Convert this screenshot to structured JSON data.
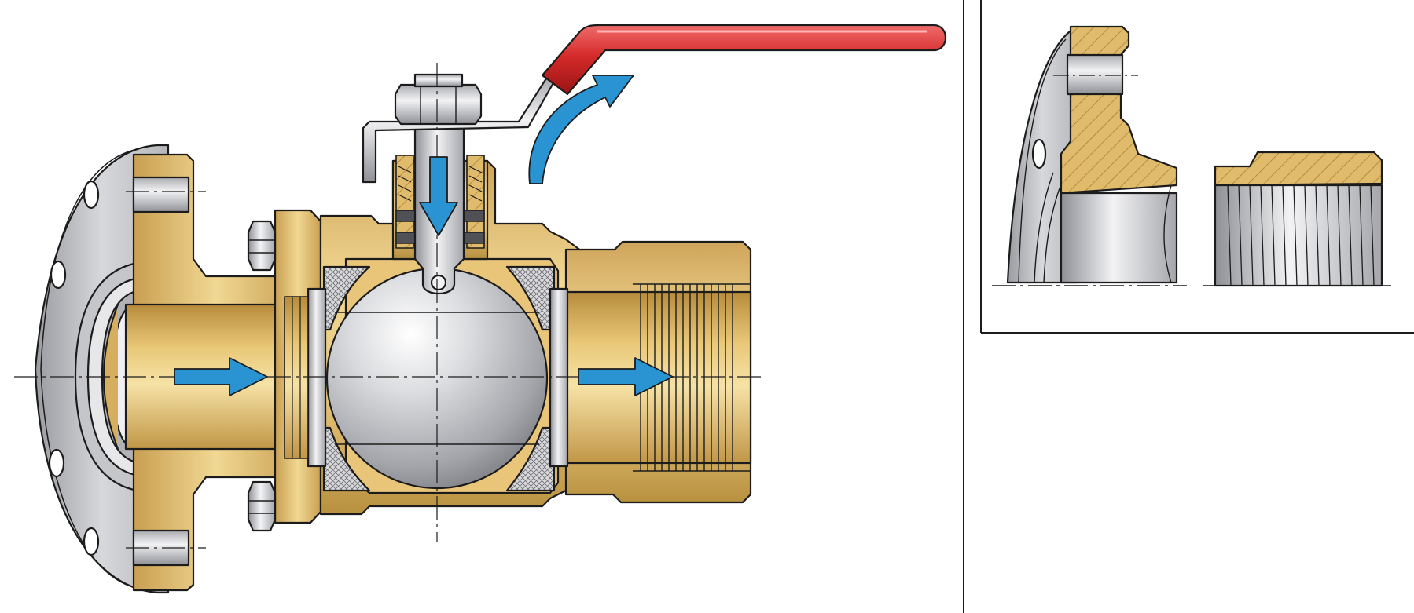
{
  "diagram": {
    "subject": "ball-valve-cutaway",
    "views": [
      "ball-valve-section",
      "flange-end-detail",
      "threaded-end-detail"
    ],
    "icons": [
      "flow-arrow-icon",
      "stem-arrow-icon",
      "rotation-arrow-icon"
    ]
  },
  "colors": {
    "brass": "#e2bc6e",
    "brass_light": "#f3dc9a",
    "brass_dark": "#b88f3e",
    "steel": "#c9cacd",
    "steel_light": "#f2f2f4",
    "steel_dark": "#8e9096",
    "handle_red": "#d52a2a",
    "arrow_blue": "#2a93d2",
    "outline": "#1c1c1c",
    "hatch": "#c29a50"
  }
}
